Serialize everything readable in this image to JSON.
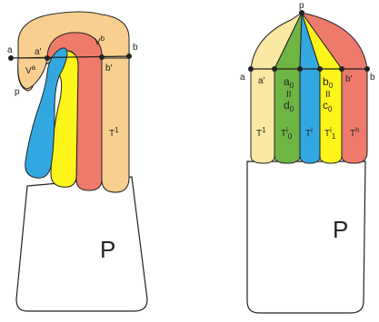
{
  "colors": {
    "tan": "#f8cf8e",
    "red": "#ee7a6c",
    "yellow": "#fdf41a",
    "blue": "#33a8e0",
    "green": "#6fb544",
    "paleyellow": "#fbe8a2",
    "outline": "#222222",
    "background": "#ffffff"
  },
  "left": {
    "label_a": "a",
    "label_a_prime": "a'",
    "label_b": "b",
    "label_b_prime": "b'",
    "label_va": "V",
    "label_va_sup": "a",
    "label_vb": "V",
    "label_vb_sup": "b",
    "label_p": "p",
    "label_t1": "T",
    "label_t1_sup": "1",
    "label_big_p": "P"
  },
  "right": {
    "label_p": "p",
    "label_a": "a",
    "label_a_prime": "a'",
    "label_b": "b",
    "label_b_prime": "b'",
    "label_a0": "a",
    "label_a0_sub": "0",
    "label_d0": "d",
    "label_d0_sub": "0",
    "label_eq_left": "II",
    "label_b0": "b",
    "label_b0_sub": "0",
    "label_c0": "c",
    "label_c0_sub": "0",
    "label_eq_right": "II",
    "label_t1": "T",
    "label_t1_sup": "1",
    "label_ti0": "T",
    "label_ti0_sup": "i",
    "label_ti0_sub": "0",
    "label_ti": "T",
    "label_ti_sup": "i",
    "label_ti1": "T",
    "label_ti1_sup": "i",
    "label_ti1_sub": "1",
    "label_th": "T",
    "label_th_sup": "h",
    "label_big_p": "P"
  }
}
